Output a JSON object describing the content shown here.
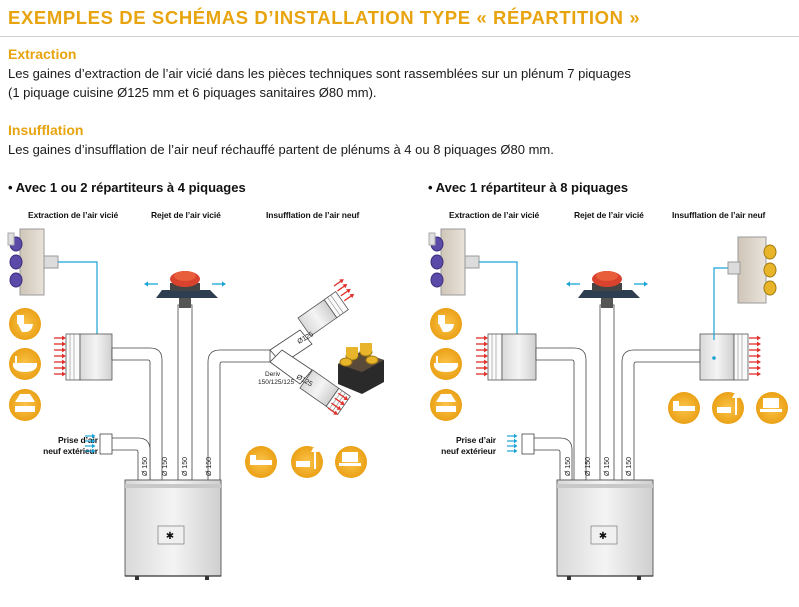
{
  "page": {
    "title": "EXEMPLES DE SCHÉMAS D’INSTALLATION TYPE « RÉPARTITION »"
  },
  "extraction": {
    "heading": "Extraction",
    "line1": "Les gaines d’extraction de l’air vicié dans les pièces techniques sont rassemblées sur un plénum 7 piquages",
    "line2": "(1 piquage cuisine Ø125 mm et 6 piquages sanitaires Ø80 mm)."
  },
  "insufflation": {
    "heading": "Insufflation",
    "line1": "Les gaines d’insufflation de l’air neuf réchauffé partent de plénums à 4 ou 8 piquages Ø80 mm."
  },
  "diagrams": {
    "left": {
      "bullet": "• Avec 1 ou 2 répartiteurs à 4 piquages",
      "label_extraction": "Extraction de l’air vicié",
      "label_rejet": "Rejet de l’air vicié",
      "label_insufflation": "Insufflation de l’air neuf",
      "label_prise_1": "Prise d’air",
      "label_prise_2": "neuf extérieur",
      "dim_125_top": "Ø125",
      "dim_125_bottom": "Ø125",
      "deriv_1": "Deriv",
      "deriv_2": "150/125/125",
      "duct_1": "Ø 150",
      "duct_2": "Ø 150",
      "duct_3": "Ø 150",
      "duct_4": "Ø 150"
    },
    "right": {
      "bullet": "• Avec 1 répartiteur à 8 piquages",
      "label_extraction": "Extraction de l’air vicié",
      "label_rejet": "Rejet de l’air vicié",
      "label_insufflation": "Insufflation de l’air neuf",
      "label_prise_1": "Prise d’air",
      "label_prise_2": "neuf extérieur",
      "duct_1": "Ø 150",
      "duct_2": "Ø 150",
      "duct_3": "Ø 150",
      "duct_4": "Ø 150"
    }
  },
  "room_icons": {
    "extraction": [
      "toilet-icon",
      "bathtub-icon",
      "kitchen-hood-icon"
    ],
    "insufflation": [
      "bed-icon",
      "sofa-lamp-icon",
      "laptop-desk-icon"
    ]
  },
  "colors": {
    "accent_orange": "#e8a40f",
    "cyan_line": "#1aa3d6",
    "arrow_red": "#e0302a",
    "duct_grey": "#e6e6e6",
    "plenum_purple": "#5b4aa8",
    "plenum_gold": "#e8b52a"
  }
}
